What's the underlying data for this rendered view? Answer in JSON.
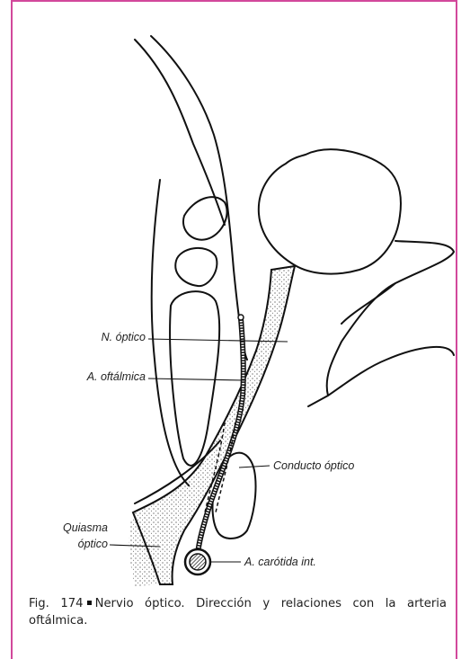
{
  "labels": {
    "n_optico": "N. óptico",
    "a_oftalmica": "A. oftálmica",
    "conducto_optico": "Conducto óptico",
    "quiasma": "Quiasma",
    "optico": "óptico",
    "a_carotida": "A. carótida int."
  },
  "caption": {
    "figure_number": "Fig. 174",
    "text": "Nervio óptico. Dirección y relaciones con la arteria oftálmica."
  }
}
